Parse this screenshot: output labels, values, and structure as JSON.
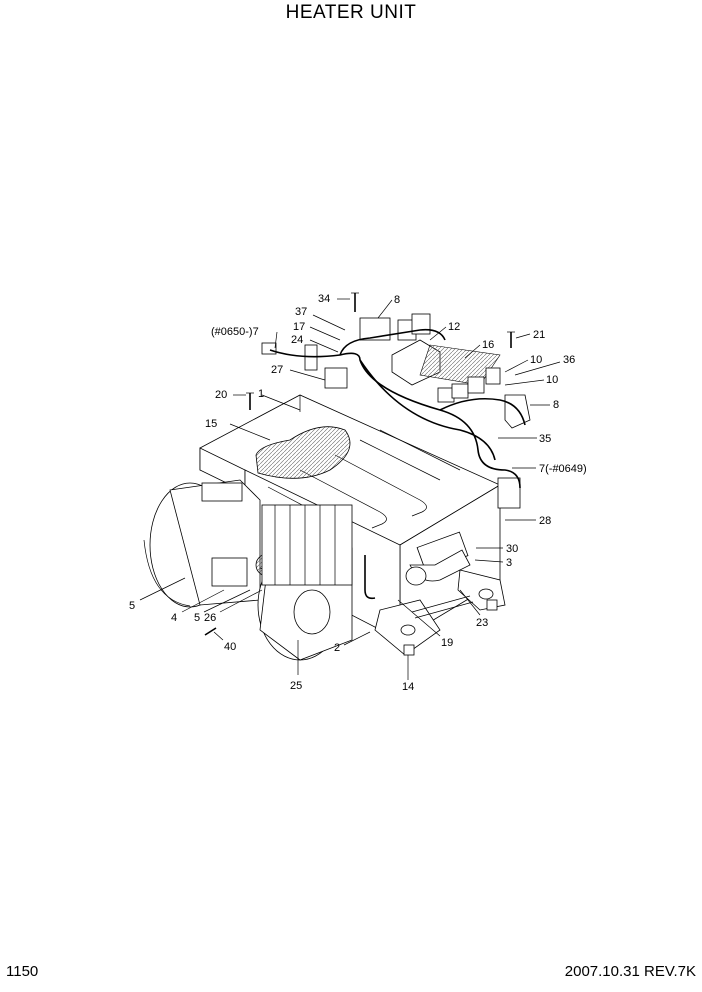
{
  "header": {
    "title": "HEATER UNIT"
  },
  "footer": {
    "page_number": "1150",
    "revision": "2007.10.31  REV.7K"
  },
  "callouts": [
    {
      "key": "c34",
      "text": "34"
    },
    {
      "key": "c8a",
      "text": "8"
    },
    {
      "key": "c37",
      "text": "37"
    },
    {
      "key": "c12",
      "text": "12"
    },
    {
      "key": "c21",
      "text": "21"
    },
    {
      "key": "c0650",
      "text": "(#0650-)7"
    },
    {
      "key": "c17",
      "text": "17"
    },
    {
      "key": "c24",
      "text": "24"
    },
    {
      "key": "c16",
      "text": "16"
    },
    {
      "key": "c10a",
      "text": "10"
    },
    {
      "key": "c36",
      "text": "36"
    },
    {
      "key": "c10b",
      "text": "10"
    },
    {
      "key": "c27",
      "text": "27"
    },
    {
      "key": "c20",
      "text": "20"
    },
    {
      "key": "c1",
      "text": "1"
    },
    {
      "key": "c8b",
      "text": "8"
    },
    {
      "key": "c15",
      "text": "15"
    },
    {
      "key": "c35",
      "text": "35"
    },
    {
      "key": "c0649",
      "text": "7(-#0649)"
    },
    {
      "key": "c28",
      "text": "28"
    },
    {
      "key": "c30",
      "text": "30"
    },
    {
      "key": "c3",
      "text": "3"
    },
    {
      "key": "c5a",
      "text": "5"
    },
    {
      "key": "c4",
      "text": "4"
    },
    {
      "key": "c5b",
      "text": "5"
    },
    {
      "key": "c26",
      "text": "26"
    },
    {
      "key": "c23",
      "text": "23"
    },
    {
      "key": "c40",
      "text": "40"
    },
    {
      "key": "c2",
      "text": "2"
    },
    {
      "key": "c19",
      "text": "19"
    },
    {
      "key": "c25",
      "text": "25"
    },
    {
      "key": "c14",
      "text": "14"
    }
  ]
}
